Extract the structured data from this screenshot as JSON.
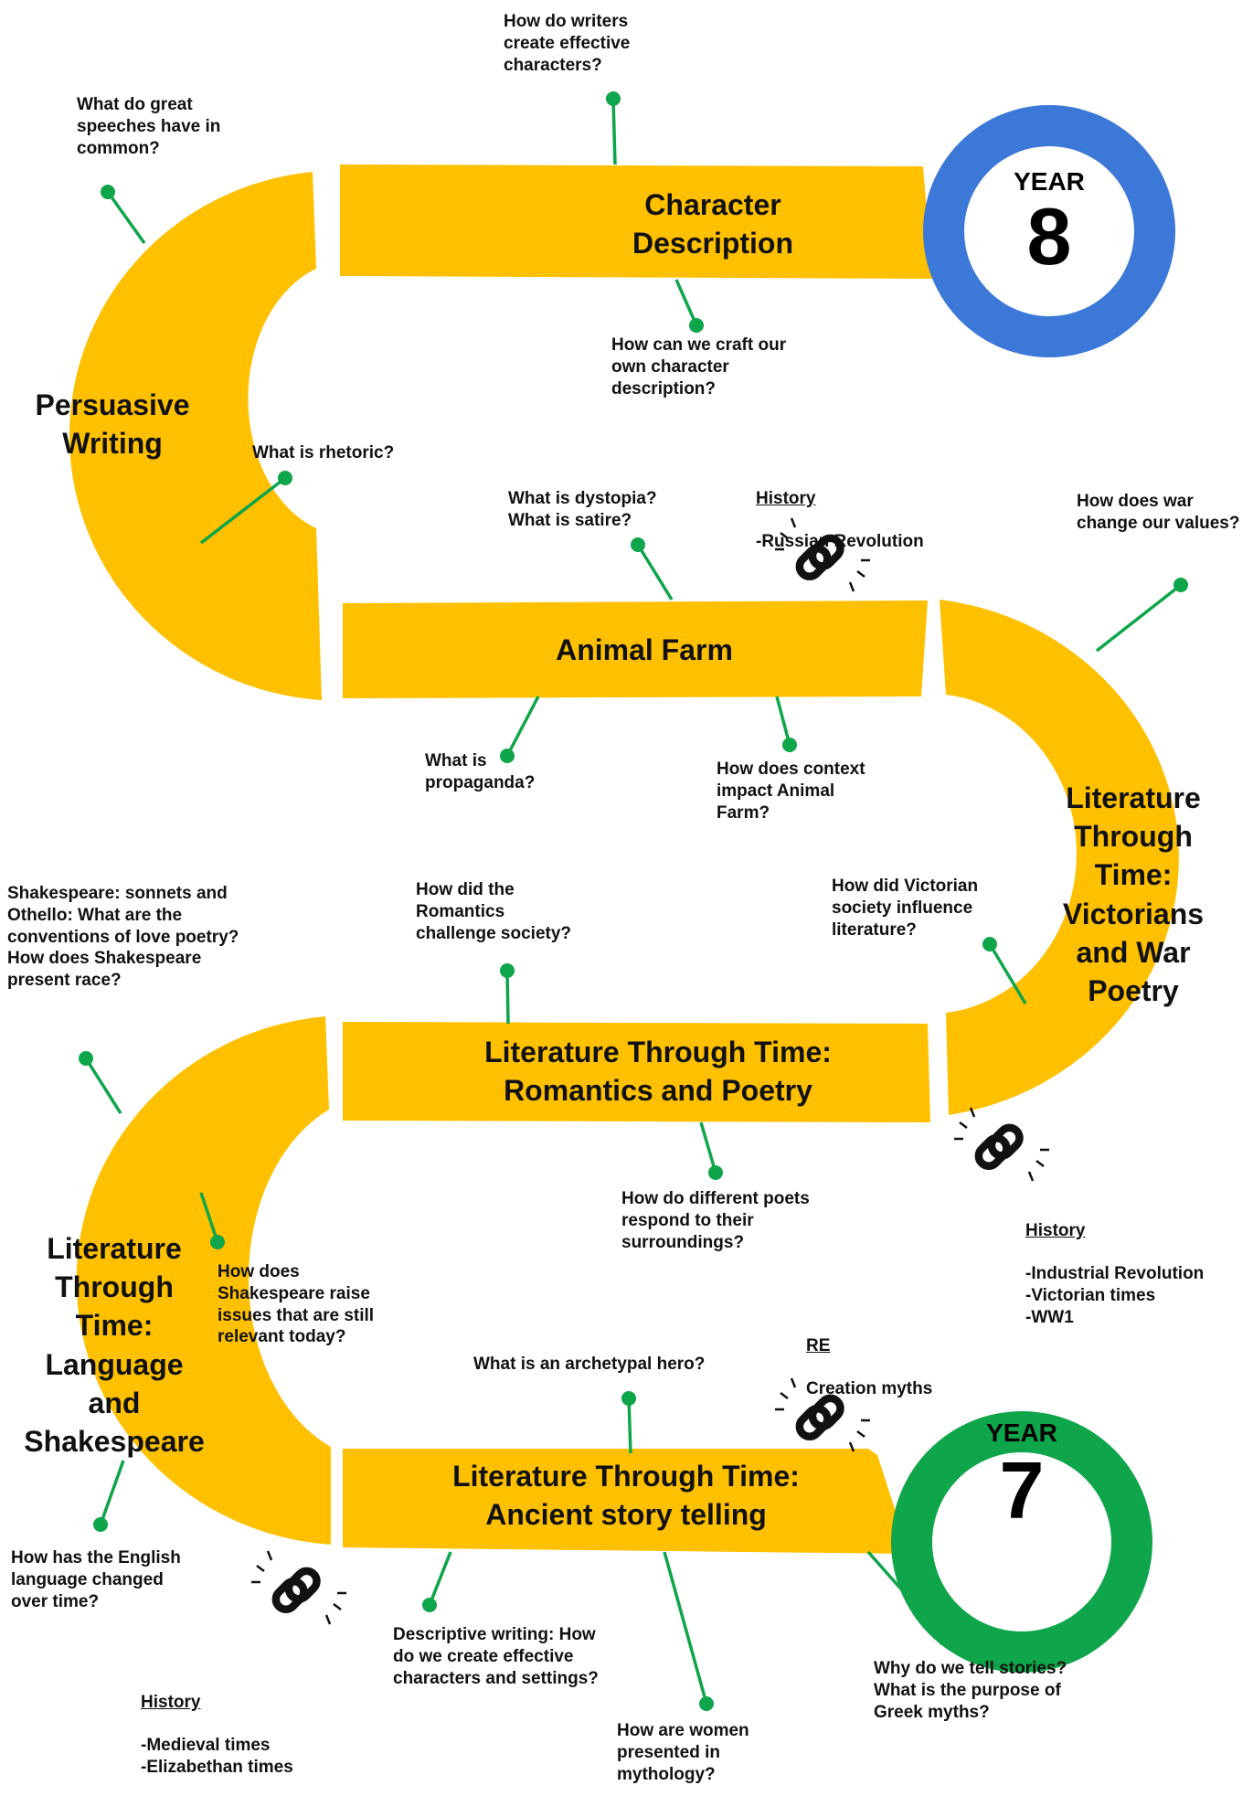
{
  "colors": {
    "road": "#FFC000",
    "year8_ring": "#3B78D8",
    "year7_ring": "#0FA54A",
    "connector": "#0FA54A"
  },
  "year8": {
    "word": "YEAR",
    "number": "8"
  },
  "year7": {
    "word": "YEAR",
    "number": "7"
  },
  "topics": {
    "character": "Character\nDescription",
    "animal_farm": "Animal Farm",
    "romantics": "Literature Through Time:\nRomantics and Poetry",
    "ancient": "Literature Through Time:\nAncient story telling",
    "persuasive": "Persuasive\nWriting",
    "victorians": "Literature\nThrough\nTime:\nVictorians\nand War\nPoetry",
    "language": "Literature\nThrough\nTime:\nLanguage\nand\nShakespeare"
  },
  "questions": {
    "q_writers": "How do writers\ncreate effective\ncharacters?",
    "q_speeches": "What do great\nspeeches have in\ncommon?",
    "q_craft": "How can we craft our\nown character\ndescription?",
    "q_rhetoric": "What is rhetoric?",
    "q_dystopia": "What is dystopia?\nWhat is satire?",
    "q_war": "How does war\nchange our values?",
    "q_propaganda": "What is\npropaganda?",
    "q_context": "How does context\nimpact Animal\nFarm?",
    "q_sonnets": "Shakespeare: sonnets and\nOthello: What are the\nconventions of love poetry?\nHow does Shakespeare\npresent race?",
    "q_romantics": "How did the\nRomantics\nchallenge society?",
    "q_victorian": "How did Victorian\nsociety influence\nliterature?",
    "q_poets": "How do different poets\nrespond to their\nsurroundings?",
    "q_shakespeare_issues": "How does\nShakespeare raise\nissues that are still\nrelevant today?",
    "q_archetypal": "What is an archetypal hero?",
    "q_english": "How has the English\nlanguage changed\nover time?",
    "q_descriptive": "Descriptive writing: How\ndo we create effective\ncharacters and settings?",
    "q_women": "How are women\npresented in\nmythology?",
    "q_stories": "Why do we tell stories?\nWhat is the purpose of\nGreek myths?"
  },
  "links": {
    "russian": {
      "heading": "History",
      "items": "-Russian Revolution"
    },
    "industrial": {
      "heading": "History",
      "items": "-Industrial Revolution\n-Victorian times\n-WW1"
    },
    "re": {
      "heading": "RE",
      "items": "Creation myths"
    },
    "medieval": {
      "heading": "History",
      "items": "-Medieval times\n-Elizabethan times"
    }
  },
  "icons": [
    "chain-link-icon",
    "chain-link-icon",
    "chain-link-icon",
    "chain-link-icon"
  ]
}
